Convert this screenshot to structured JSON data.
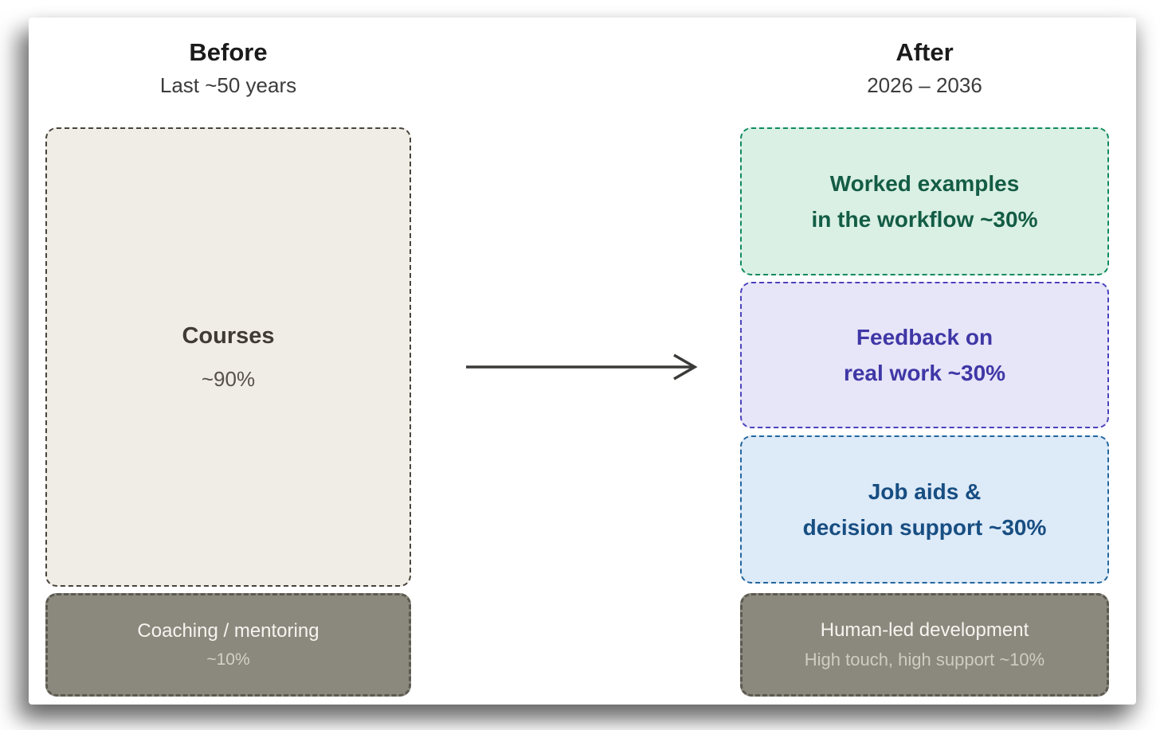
{
  "before": {
    "title": "Before",
    "subtitle": "Last ~50 years",
    "courses": {
      "label": "Courses",
      "value": "~90%",
      "bg_color": "#f0ede6",
      "border_color": "#47443c",
      "text_color": "#403c35"
    },
    "coaching": {
      "label": "Coaching / mentoring",
      "value": "~10%",
      "bg_color": "#8b897e",
      "border_color": "#5c5a50",
      "text_color": "#f6f4ef"
    }
  },
  "after": {
    "title": "After",
    "subtitle": "2026 – 2036",
    "boxes": [
      {
        "line1": "Worked examples",
        "line2": "in the workflow ~30%",
        "bg_color": "#daf0e4",
        "border_color": "#0f8a60",
        "text_color": "#135c45"
      },
      {
        "line1": "Feedback on",
        "line2": "real work ~30%",
        "bg_color": "#e7e5f8",
        "border_color": "#4a43bd",
        "text_color": "#3f37a6"
      },
      {
        "line1": "Job aids &",
        "line2": "decision support ~30%",
        "bg_color": "#ddeaf8",
        "border_color": "#23669e",
        "text_color": "#174e82"
      }
    ],
    "human_led": {
      "label": "Human-led development",
      "value": "High touch, high support ~10%",
      "bg_color": "#8b897e",
      "border_color": "#5c5a50",
      "text_color": "#f6f4ef",
      "value_text_color": "#cfcdc2"
    }
  },
  "arrow": {
    "icon": "right-arrow-icon",
    "color": "#3a3a38"
  }
}
